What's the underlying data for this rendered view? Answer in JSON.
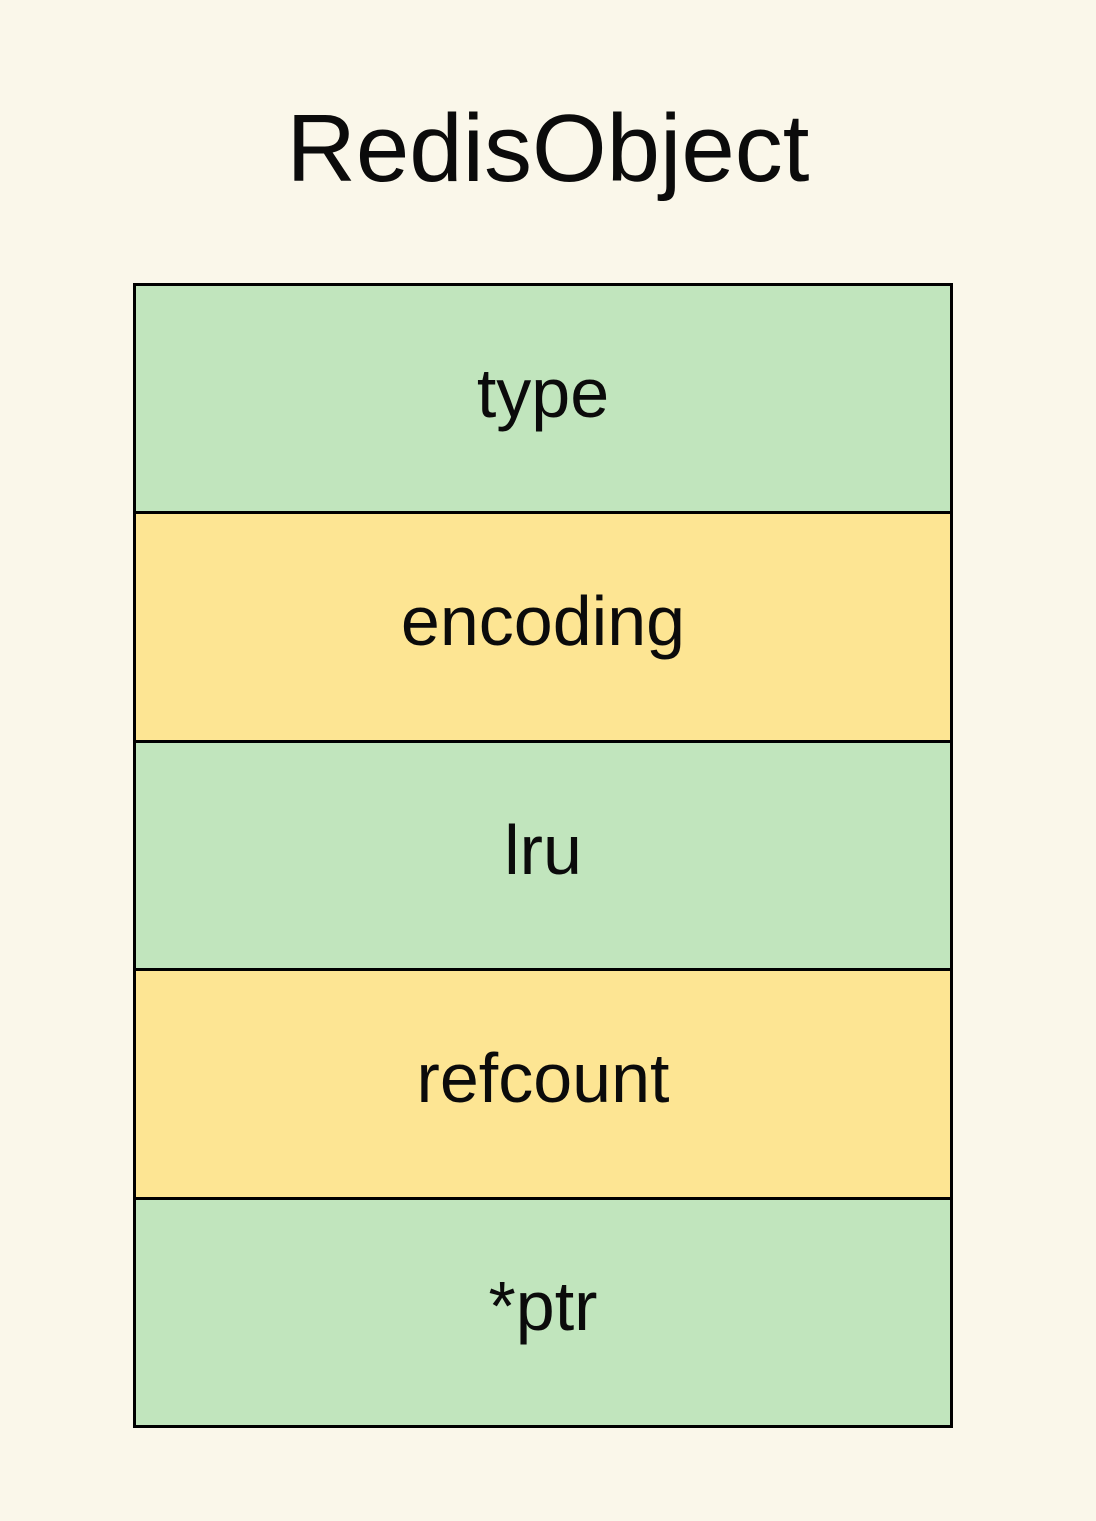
{
  "page": {
    "background": "#FAF7EA",
    "title": "RedisObject"
  },
  "diagram": {
    "description": "RedisObject struct field layout",
    "border_color": "#000000",
    "text_color": "#0b0b0b",
    "row_colors": {
      "green": "#C1E5BD",
      "yellow": "#FDE593"
    },
    "rows": [
      {
        "label": "type",
        "fill": "#C1E5BD"
      },
      {
        "label": "encoding",
        "fill": "#FDE593"
      },
      {
        "label": "lru",
        "fill": "#C1E5BD"
      },
      {
        "label": "refcount",
        "fill": "#FDE593"
      },
      {
        "label": "*ptr",
        "fill": "#C1E5BD"
      }
    ]
  }
}
